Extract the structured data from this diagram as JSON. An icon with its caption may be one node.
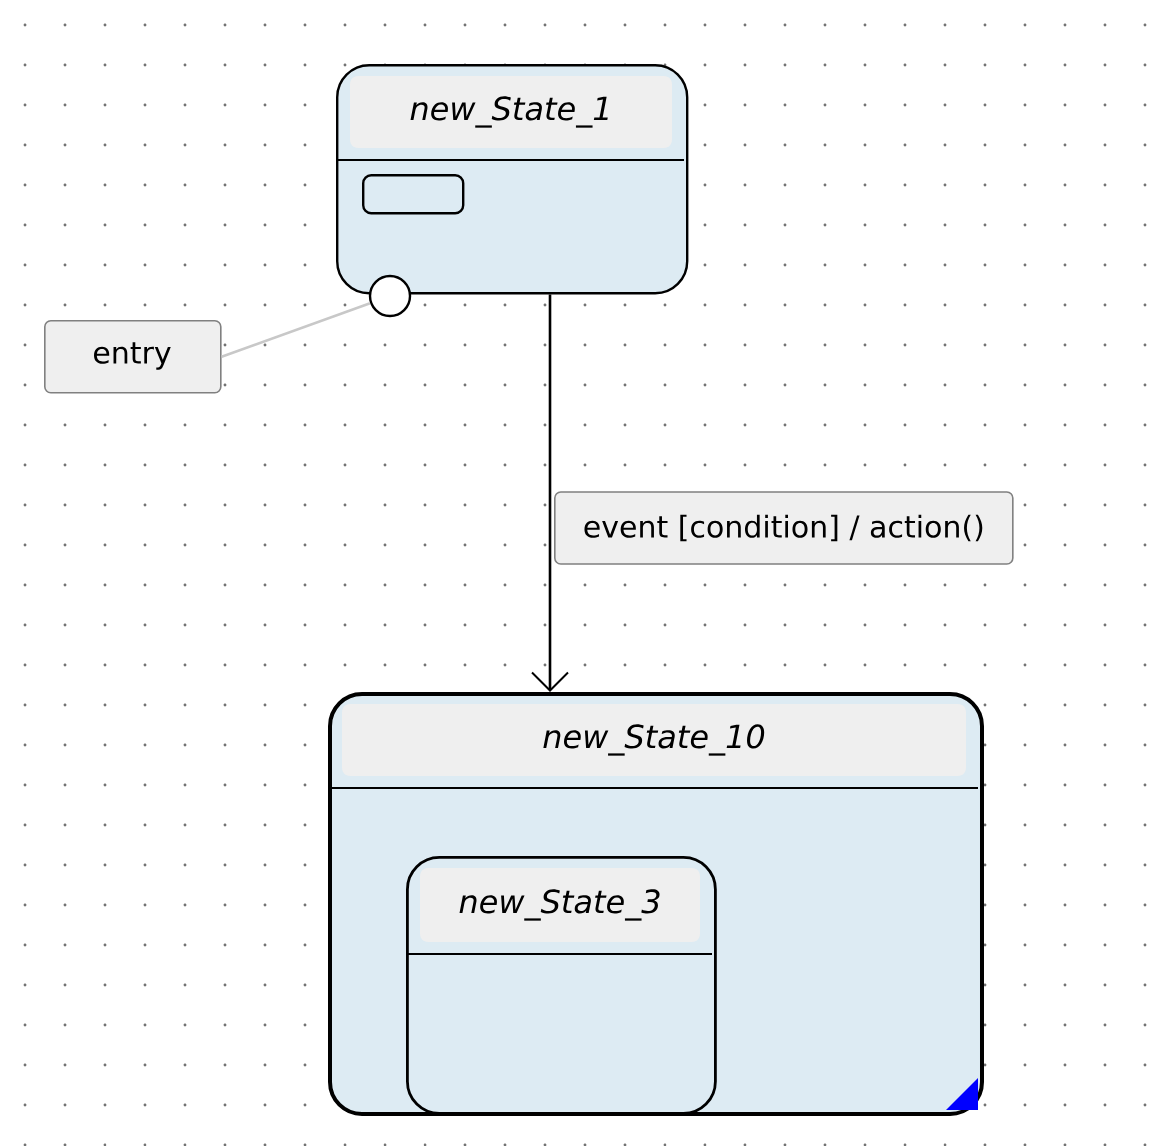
{
  "diagram": {
    "nodes": [
      {
        "text": [
          "new_State_1"
        ]
      },
      {
        "text": [],
        "shape": "box",
        "in": 0
      },
      {
        "text": [],
        "shape": "circle"
      },
      {
        "text": [
          "entry"
        ]
      },
      {
        "text": [
          "new_State_10"
        ]
      },
      {
        "text": [
          "new_State_3"
        ],
        "in": 4
      }
    ],
    "edges": [
      {
        "from": 3,
        "to": 2,
        "arrow": "none",
        "color": "#c8c8c8"
      },
      {
        "from": 0,
        "to": 4,
        "arrow": "to",
        "label": "event [condition] / action()",
        "color": "#000000"
      }
    ]
  }
}
